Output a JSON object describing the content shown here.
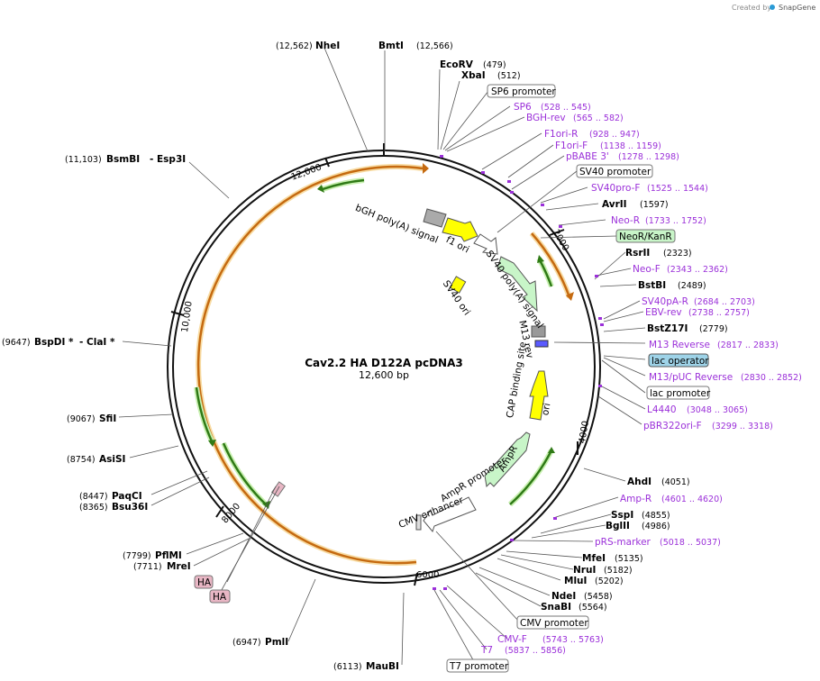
{
  "credit": {
    "created_by": "Created by",
    "app": "SnapGene"
  },
  "plasmid": {
    "name": "Cav2.2 HA D122A pcDNA3",
    "size": "12,600 bp"
  },
  "ticks": [
    "12,000",
    "2000",
    "4000",
    "6000",
    "8000",
    "10,000"
  ],
  "sites_left": [
    {
      "pos": "(12,562)",
      "name": "NheI"
    },
    {
      "pos": "(11,103)",
      "name": "BsmBI",
      "extra": "- Esp3I"
    },
    {
      "pos": "(9647)",
      "name": "BspDI *",
      "extra": "- ClaI *"
    },
    {
      "pos": "(9067)",
      "name": "SfiI"
    },
    {
      "pos": "(8754)",
      "name": "AsiSI"
    },
    {
      "pos": "(8447)",
      "name": "PaqCI"
    },
    {
      "pos": "(8365)",
      "name": "Bsu36I"
    },
    {
      "pos": "(7799)",
      "name": "PflMI"
    },
    {
      "pos": "(7711)",
      "name": "MreI"
    },
    {
      "pos": "(6947)",
      "name": "PmlI"
    },
    {
      "pos": "(6113)",
      "name": "MauBI"
    }
  ],
  "sites_right": [
    {
      "name": "BmtI",
      "pos": "(12,566)"
    },
    {
      "name": "EcoRV",
      "pos": "(479)"
    },
    {
      "name": "XbaI",
      "pos": "(512)"
    },
    {
      "name": "AvrII",
      "pos": "(1597)"
    },
    {
      "name": "RsrII",
      "pos": "(2323)"
    },
    {
      "name": "BstBI",
      "pos": "(2489)"
    },
    {
      "name": "BstZ17I",
      "pos": "(2779)"
    },
    {
      "name": "AhdI",
      "pos": "(4051)"
    },
    {
      "name": "SspI",
      "pos": "(4855)"
    },
    {
      "name": "BglII",
      "pos": "(4986)"
    },
    {
      "name": "MfeI",
      "pos": "(5135)"
    },
    {
      "name": "NruI",
      "pos": "(5182)"
    },
    {
      "name": "MluI",
      "pos": "(5202)"
    },
    {
      "name": "NdeI",
      "pos": "(5458)"
    },
    {
      "name": "SnaBI",
      "pos": "(5564)"
    }
  ],
  "primers": [
    {
      "name": "SP6",
      "range": "(528 .. 545)"
    },
    {
      "name": "BGH-rev",
      "range": "(565 .. 582)"
    },
    {
      "name": "F1ori-R",
      "range": "(928 .. 947)"
    },
    {
      "name": "F1ori-F",
      "range": "(1138 .. 1159)"
    },
    {
      "name": "pBABE 3'",
      "range": "(1278 .. 1298)"
    },
    {
      "name": "SV40pro-F",
      "range": "(1525 .. 1544)"
    },
    {
      "name": "Neo-R",
      "range": "(1733 .. 1752)"
    },
    {
      "name": "Neo-F",
      "range": "(2343 .. 2362)"
    },
    {
      "name": "SV40pA-R",
      "range": "(2684 .. 2703)"
    },
    {
      "name": "EBV-rev",
      "range": "(2738 .. 2757)"
    },
    {
      "name": "M13 Reverse",
      "range": "(2817 .. 2833)"
    },
    {
      "name": "M13/pUC Reverse",
      "range": "(2830 .. 2852)"
    },
    {
      "name": "L4440",
      "range": "(3048 .. 3065)"
    },
    {
      "name": "pBR322ori-F",
      "range": "(3299 .. 3318)"
    },
    {
      "name": "Amp-R",
      "range": "(4601 .. 4620)"
    },
    {
      "name": "pRS-marker",
      "range": "(5018 .. 5037)"
    },
    {
      "name": "CMV-F",
      "range": "(5743 .. 5763)"
    },
    {
      "name": "T7",
      "range": "(5837 .. 5856)"
    }
  ],
  "boxes": {
    "sp6_promoter": "SP6 promoter",
    "sv40_promoter": "SV40 promoter",
    "neor_kanr": "NeoR/KanR",
    "lac_operator": "lac operator",
    "lac_promoter": "lac promoter",
    "cmv_promoter": "CMV promoter",
    "t7_promoter": "T7 promoter",
    "ha1": "HA",
    "ha2": "HA"
  },
  "inner_features": {
    "bgh": "bGH poly(A) signal",
    "f1ori": "f1 ori",
    "sv40polya": "SV40 poly(A) signal",
    "m13rev": "M13 rev",
    "sv40ori": "SV40 ori",
    "cap": "CAP binding site",
    "ori": "ori",
    "ampr": "AmpR",
    "ampr_prom": "AmpR promoter",
    "cmv_enh": "CMV enhancer"
  },
  "colors": {
    "primer": "#9b30d9",
    "orange_feature": "#e8931e",
    "green_feature": "#3a8f1e",
    "yellow_feature": "#ffff00",
    "green_arrow": "#c8f5c8",
    "lac_operator_box": "#9ed3e8",
    "neor_box": "#c8f5c8",
    "ha_box": "#e8b6c4"
  }
}
